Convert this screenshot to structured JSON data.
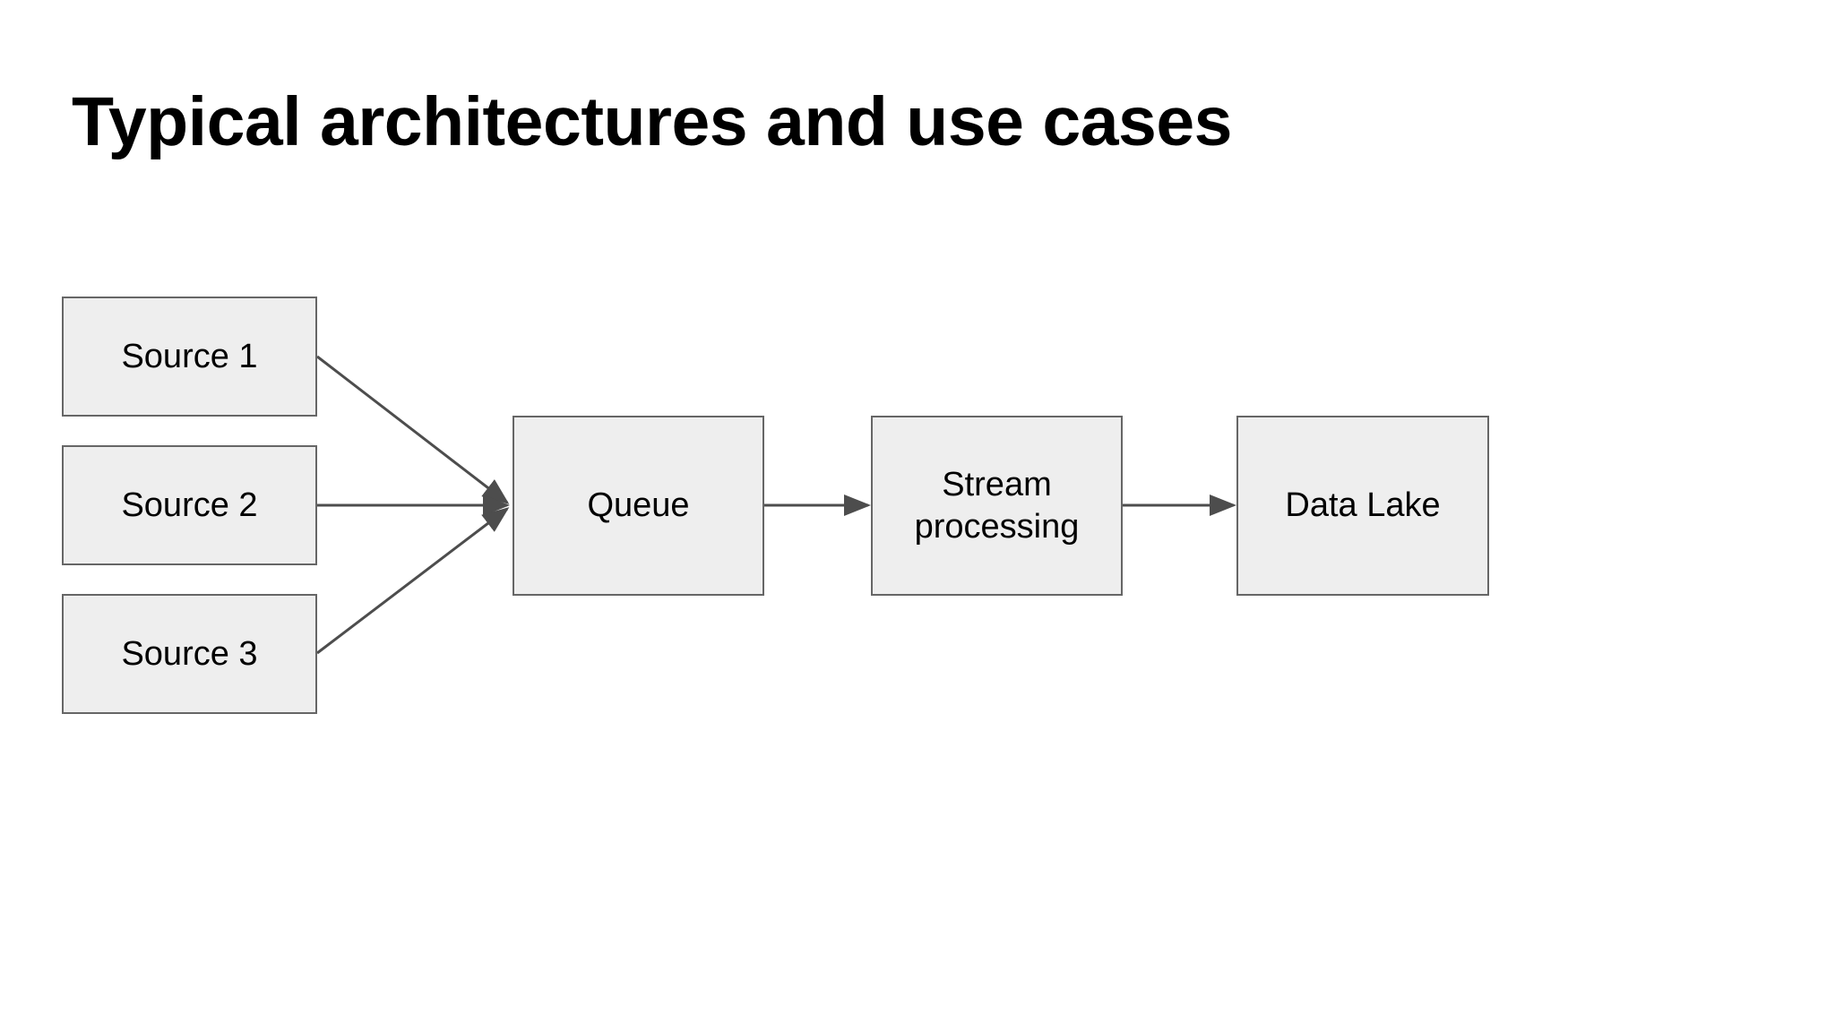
{
  "slide": {
    "title": "Typical architectures and use cases",
    "background_color": "#ffffff",
    "title_color": "#000000"
  },
  "diagram": {
    "type": "flowchart",
    "node_fill_color": "#eeeeee",
    "node_border_color": "#666666",
    "edge_color": "#4d4d4d",
    "nodes": [
      {
        "id": "source-1",
        "label": "Source 1"
      },
      {
        "id": "source-2",
        "label": "Source 2"
      },
      {
        "id": "source-3",
        "label": "Source 3"
      },
      {
        "id": "queue",
        "label": "Queue"
      },
      {
        "id": "stream-processing",
        "label_line_1": "Stream",
        "label_line_2": "processing"
      },
      {
        "id": "data-lake",
        "label": "Data Lake"
      }
    ],
    "edges": [
      {
        "from": "source-1",
        "to": "queue",
        "arrow": true
      },
      {
        "from": "source-2",
        "to": "queue",
        "arrow": true
      },
      {
        "from": "source-3",
        "to": "queue",
        "arrow": true
      },
      {
        "from": "queue",
        "to": "stream-processing",
        "arrow": true
      },
      {
        "from": "stream-processing",
        "to": "data-lake",
        "arrow": true
      }
    ]
  }
}
